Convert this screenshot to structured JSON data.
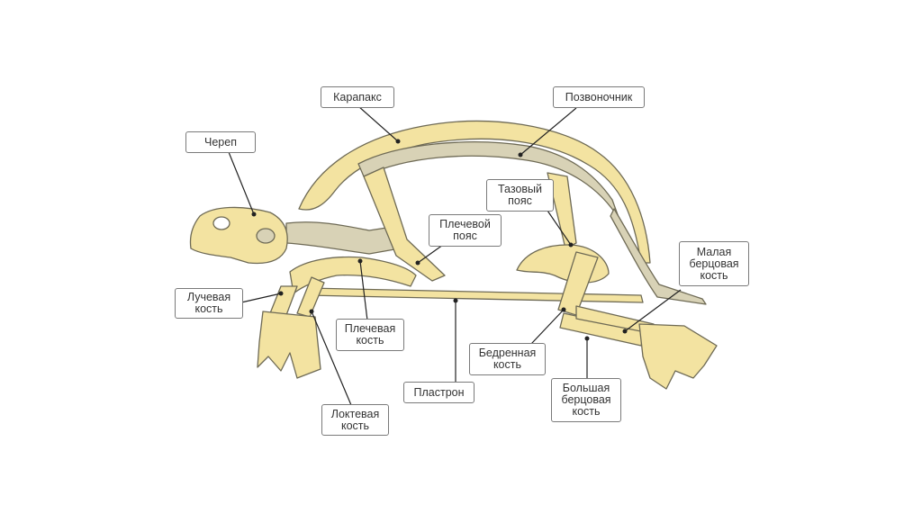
{
  "diagram": {
    "colors": {
      "bone": "#f3e3a1",
      "bone_outline": "#6e6a55",
      "spine": "#d8d2b6",
      "leader_line": "#222222",
      "label_border": "#7a7a7a"
    },
    "labels": {
      "skull": "Череп",
      "carapace": "Карапакс",
      "spine": "Позвоночник",
      "pelvic_girdle": "Тазовый\nпояс",
      "shoulder_girdle": "Плечевой\nпояс",
      "radius": "Лучевая\nкость",
      "humerus": "Плечевая\nкость",
      "plastron": "Пластрон",
      "femur": "Бедренная\nкость",
      "fibula": "Малая\nберцовая\nкость",
      "tibia": "Большая\nберцовая\nкость",
      "ulna": "Локтевая\nкость"
    }
  }
}
